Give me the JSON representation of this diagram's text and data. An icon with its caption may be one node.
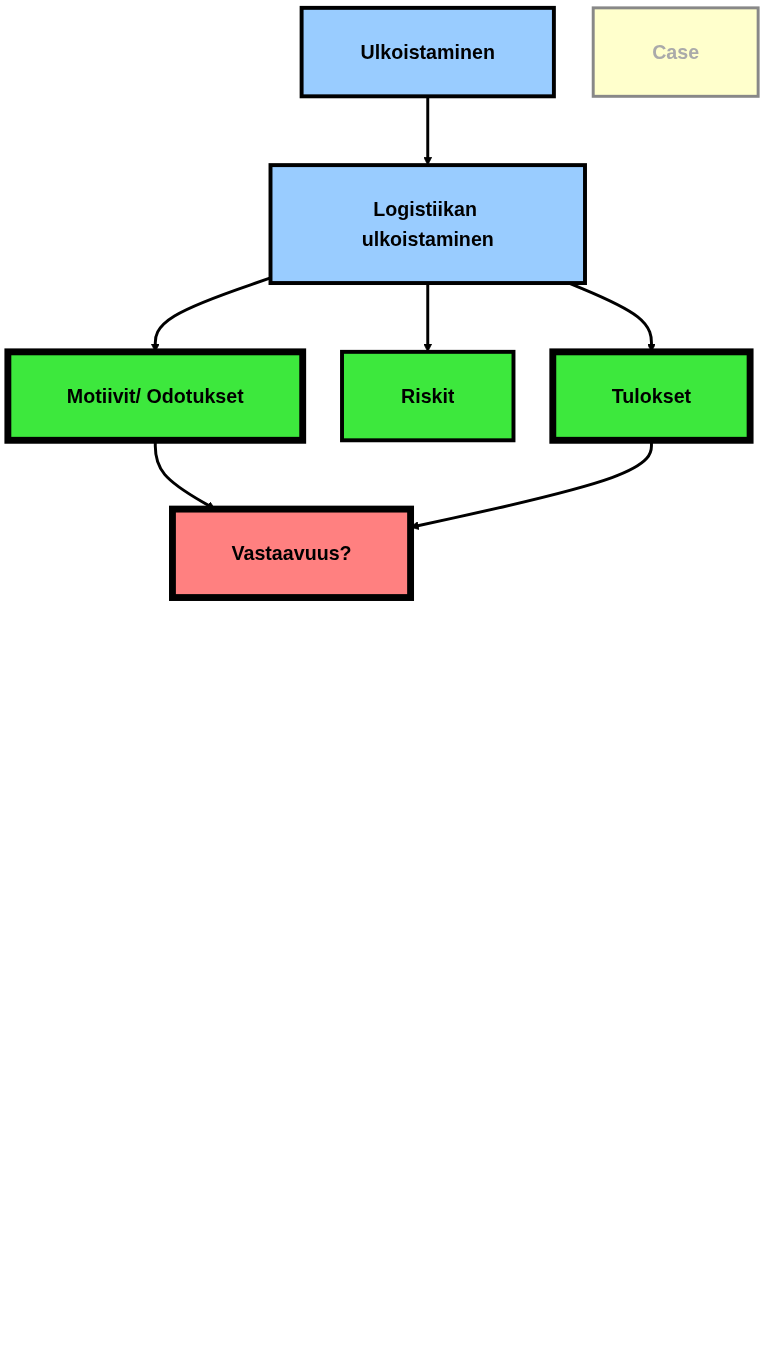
{
  "diagram": {
    "nodes": [
      {
        "text": [
          "Ulkoistaminen"
        ]
      },
      {
        "text": [
          "Logistiikan ulkoistaminen"
        ]
      },
      {
        "text": [
          "Case"
        ]
      },
      {
        "text": [
          "Motiivit/ Odotukset"
        ]
      },
      {
        "text": [
          "Riskit"
        ]
      },
      {
        "text": [
          "Tulokset"
        ]
      },
      {
        "text": [
          "Vastaavuus?"
        ]
      }
    ],
    "edges": [
      {
        "from": 0,
        "to": 1,
        "arrow": "to"
      },
      {
        "from": 1,
        "to": 3,
        "arrow": "to"
      },
      {
        "from": 1,
        "to": 4,
        "arrow": "to"
      },
      {
        "from": 1,
        "to": 5,
        "arrow": "to"
      },
      {
        "from": 3,
        "to": 6,
        "arrow": "to"
      },
      {
        "from": 5,
        "to": 6,
        "arrow": "to"
      }
    ]
  }
}
